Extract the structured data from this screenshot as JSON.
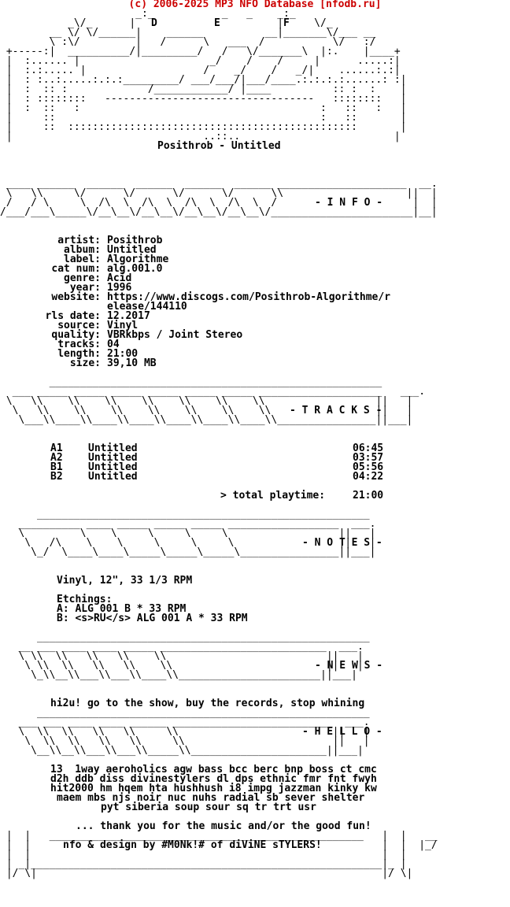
{
  "header": {
    "site": "(c) 2006-2025 MP3 NFO Database [nfodb.ru]"
  },
  "logo_letters": [
    "D",
    "E",
    "F"
  ],
  "title_box": {
    "title": "Posithrob - Untitled"
  },
  "sections": {
    "info": "- I N F O -",
    "tracks": "- T R A C K S -",
    "notes": "- N O T E S -",
    "news": "- N E W S -",
    "hello": "- H E L L O -"
  },
  "info": {
    "labels": [
      "artist:",
      "album:",
      "label:",
      "cat num:",
      "genre:",
      "year:",
      "website:",
      "",
      "rls date:",
      "source:",
      "quality:",
      "tracks:",
      "length:",
      "size:"
    ],
    "values": [
      "Posithrob",
      "Untitled",
      "Algorithme",
      "alg.001.0",
      "Acid",
      "1996",
      "https://www.discogs.com/Posithrob-Algorithme/r",
      "elease/144110",
      "12.2017",
      "Vinyl",
      "VBRkbps / Joint Stereo",
      "04",
      "21:00",
      "39,10 MB"
    ]
  },
  "tracks": [
    {
      "pos": "A1",
      "title": "Untitled",
      "time": "06:45"
    },
    {
      "pos": "A2",
      "title": "Untitled",
      "time": "03:57"
    },
    {
      "pos": "B1",
      "title": "Untitled",
      "time": "05:56"
    },
    {
      "pos": "B2",
      "title": "Untitled",
      "time": "04:22"
    }
  ],
  "total": {
    "label": "> total playtime:",
    "time": "21:00"
  },
  "notes": {
    "format": "Vinyl, 12\", 33 1/3 RPM",
    "etchings_label": "Etchings:",
    "etching_a": "A: ALG 001 B * 33 RPM",
    "etching_b": "B: <s>RU</s> ALG 001 A * 33 RPM"
  },
  "news": {
    "text": "hi2u! go to the show, buy the records, stop whining"
  },
  "hello": {
    "lines": [
      "13  1way aeroholics agw bass bcc berc bnp boss ct cmc",
      "d2h ddb diss divinestylers dl dps ethnic fmr fnt fwyh",
      "hit2000 hm hqem hta hushhush i8 impg jazzman kinky kw",
      "maem mbs njs noir nuc nuhs radial sb sever shelter",
      "pyt siberia soup sour sq tr trt usr"
    ],
    "thanks": "... thank you for the music and/or the good fun!"
  },
  "footer": {
    "credit": "nfo & design by #M0Nk!# of diViNE sTYLERS!"
  }
}
